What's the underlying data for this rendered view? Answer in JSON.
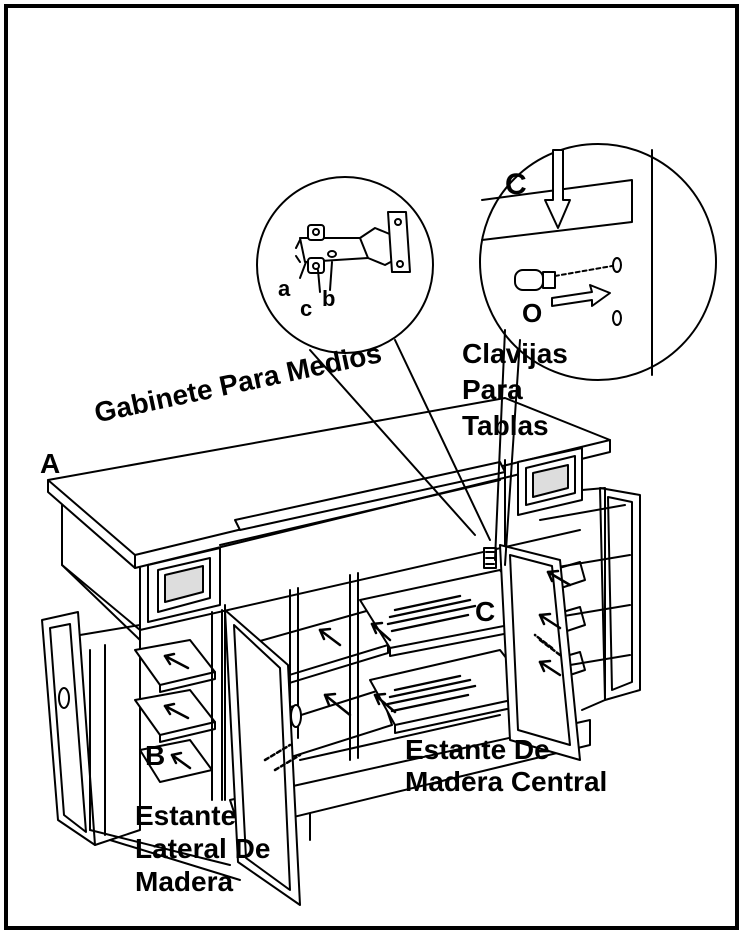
{
  "callouts": {
    "part_a_letter": "A",
    "cabinet_name": "Gabinete Para Medios",
    "shelf_pin_label_line1": "Clavijas",
    "shelf_pin_label_line2": "Para",
    "shelf_pin_label_line3": "Tablas",
    "part_b_letter": "B",
    "part_c_letter": "C",
    "pin_part_letter": "O",
    "detail_c_letter": "C",
    "center_shelf_line1": "Estante De",
    "center_shelf_line2": "Madera Central",
    "side_shelf_line1": "Estante",
    "side_shelf_line2": "Lateral De",
    "side_shelf_line3": "Madera"
  },
  "hinge_detail": {
    "label_a": "a",
    "label_b": "b",
    "label_c": "c"
  }
}
